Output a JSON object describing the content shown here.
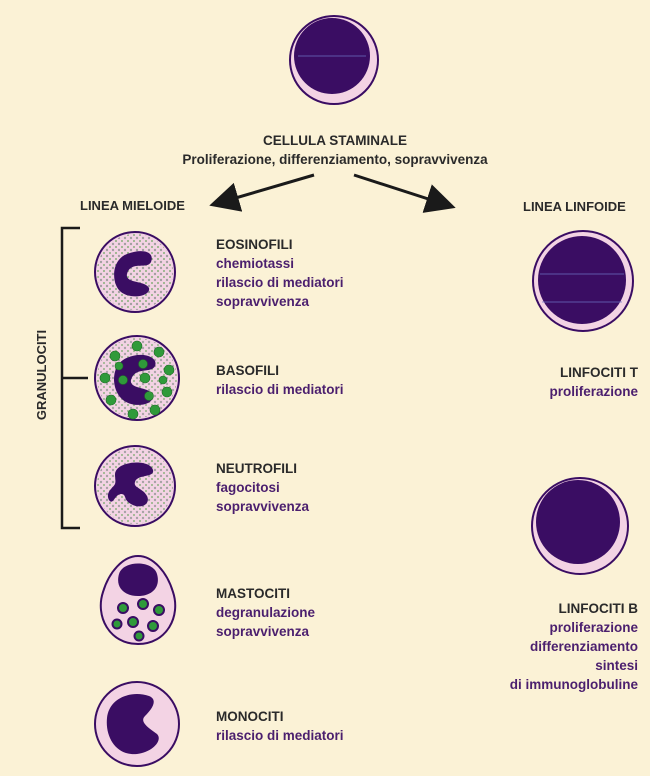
{
  "colors": {
    "background": "#fbf2d6",
    "nucleus": "#3a0d63",
    "cytoplasm": "#f3d3e4",
    "granule_gray": "#9a9a9a",
    "granule_green": "#2f9a3a",
    "arrow": "#1a1a1a"
  },
  "stem": {
    "title": "CELLULA STAMINALE",
    "subtitle": "Proliferazione, differenziamento, sopravvivenza"
  },
  "lines": {
    "myeloid": "LINEA MIELOIDE",
    "lymphoid": "LINEA LINFOIDE"
  },
  "bracket_label": "GRANULOCITI",
  "myeloid_cells": [
    {
      "name": "EOSINOFILI",
      "lines": [
        "chemiotassi",
        "rilascio di mediatori",
        "sopravvivenza"
      ]
    },
    {
      "name": "BASOFILI",
      "lines": [
        "rilascio di mediatori"
      ]
    },
    {
      "name": "NEUTROFILI",
      "lines": [
        "fagocitosi",
        "sopravvivenza"
      ]
    },
    {
      "name": "MASTOCITI",
      "lines": [
        "degranulazione",
        "sopravvivenza"
      ]
    },
    {
      "name": "MONOCITI",
      "lines": [
        "rilascio di mediatori"
      ]
    }
  ],
  "lymphoid_cells": [
    {
      "name": "LINFOCITI T",
      "lines": [
        "proliferazione"
      ]
    },
    {
      "name": "LINFOCITI B",
      "lines": [
        "proliferazione",
        "differenziamento",
        "sintesi",
        "di immunoglobuline"
      ]
    }
  ]
}
